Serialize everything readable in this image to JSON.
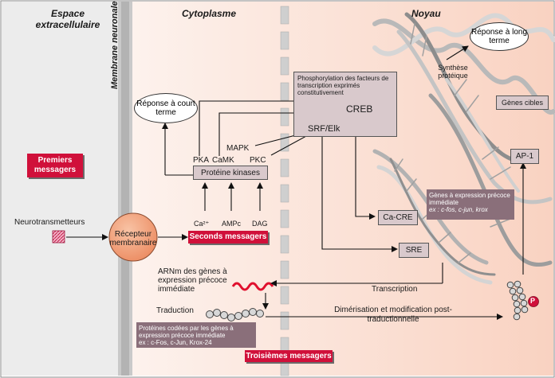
{
  "regions": {
    "extracellular": "Espace extracellulaire",
    "membrane": "Membrane neuronale",
    "cytoplasm": "Cytoplasme",
    "nucleus": "Noyau"
  },
  "labels": {
    "premiers": "Premiers messagers",
    "neurotransmetteurs": "Neurotransmetteurs",
    "recepteur": "Récepteur membranaire",
    "seconds": "Seconds messagers",
    "ca": "Ca²⁺",
    "ampc": "AMPc",
    "dag": "DAG",
    "proteine_kinases": "Protéine kinases",
    "pka": "PKA",
    "camk": "CaMK",
    "pkc": "PKC",
    "mapk": "MAPK",
    "reponse_court": "Réponse à court terme",
    "phospho": "Phosphorylation des facteurs de transcription exprimés constitutivement",
    "creb": "CREB",
    "srf": "SRF/Elk",
    "ca_cre": "Ca-CRE",
    "sre": "SRE",
    "genes_precoce": "Gènes à expression précoce immédiate",
    "genes_precoce_ex": "ex : c-fos, c-jun, krox",
    "reponse_long": "Réponse à long terme",
    "synthese": "Synthèse protéique",
    "genes_cibles": "Gènes cibles",
    "ap1": "AP-1",
    "arnm": "ARNm des gènes à expression précoce immédiate",
    "transcription": "Transcription",
    "traduction": "Traduction",
    "dimerisation": "Dimérisation et modification post-traductionnelle",
    "proteines_codees": "Protéines codées par les gènes à expression précoce immédiate",
    "proteines_ex": "ex : c-Fos, c-Jun, Krox-24",
    "troisiemes": "Troisièmes messagers",
    "p": "P"
  },
  "colors": {
    "red": "#d0103a",
    "pink_bg": "#fbe3d9",
    "grey_bg": "#ececec",
    "purple_box": "#8a6f7a",
    "receptor": "#f2a27a"
  }
}
